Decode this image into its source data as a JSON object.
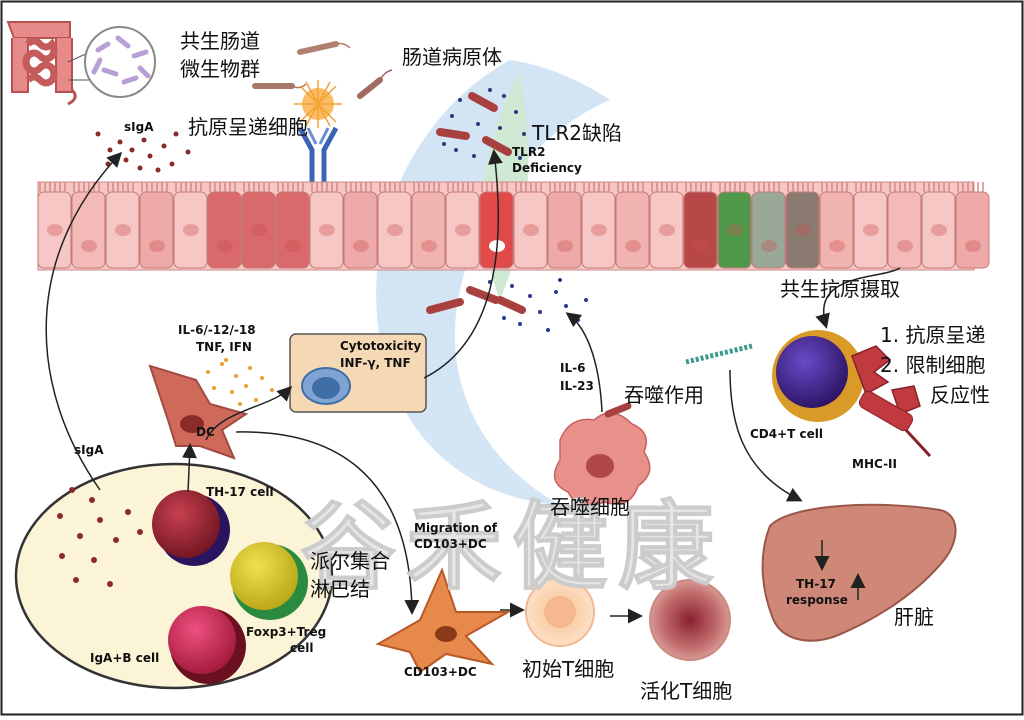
{
  "labels": {
    "commensal_microbiota": [
      "共生肠道",
      "微生物群"
    ],
    "enteric_pathogen": "肠道病原体",
    "apc": "抗原呈递细胞",
    "siga_top": "sIgA",
    "tlr2_zh": "TLR2缺陷",
    "tlr2_en": [
      "TLR2",
      "Deficiency"
    ],
    "cytokines_dc": [
      "IL-6/-12/-18",
      "TNF, IFN"
    ],
    "cytotoxicity": [
      "Cytotoxicity",
      "INF-γ, TNF"
    ],
    "dc": "DC",
    "siga_left": "sIgA",
    "th17_cell": "TH-17 cell",
    "peyer_patch": [
      "派尔集合",
      "淋巴结"
    ],
    "foxp3_treg": [
      "Foxp3+Treg",
      "cell"
    ],
    "igab_cell": "IgA+B cell",
    "migration": [
      "Migration of",
      "CD103+DC"
    ],
    "cd103_dc": "CD103+DC",
    "naive_t": "初始T细胞",
    "activated_t": "活化T细胞",
    "il6_il23": [
      "IL-6",
      "IL-23"
    ],
    "phagocytosis": "吞噬作用",
    "phagocyte": "吞噬细胞",
    "commensal_antigen_uptake": "共生抗原摄取",
    "cd4_outcomes": [
      "1. 抗原呈递",
      "2. 限制细胞",
      "反应性"
    ],
    "cd4_t_cell": "CD4+T cell",
    "mhc2": "MHC-II",
    "th17_response": [
      "TH-17",
      "response"
    ],
    "liver": "肝脏",
    "watermark": "谷禾健康"
  },
  "colors": {
    "epithelium": "#f2b5b3",
    "epithelium_dark": "#c8504f",
    "th17": "#9a2630",
    "treg": "#d8c826",
    "igab": "#c8284a",
    "cd4": "#4a2a8c",
    "liver": "#cf8878",
    "lymph_node": "#fcf4d6",
    "cytotox_box": "#f5d9b5",
    "tcell_blue": "#3f6fa6"
  }
}
